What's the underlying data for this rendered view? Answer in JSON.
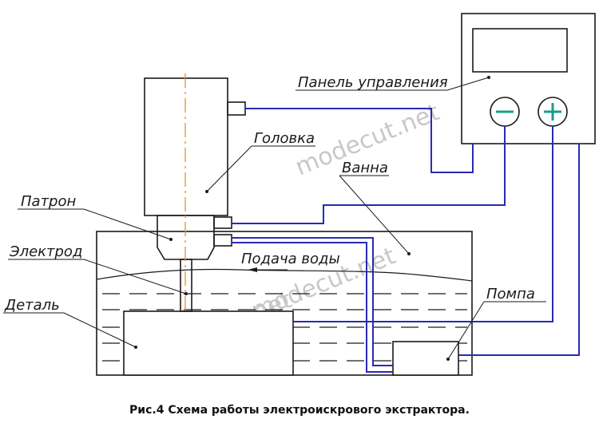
{
  "labels": {
    "control_panel": "Панель управления",
    "head": "Головка",
    "bath": "Ванна",
    "chuck": "Патрон",
    "electrode": "Электрод",
    "water_supply": "Подача воды",
    "workpiece": "Деталь",
    "pump": "Помпа"
  },
  "terminals": {
    "minus": "−",
    "plus": "+"
  },
  "caption": "Рис.4 Схема работы электроискрового экстрактора.",
  "watermarks": [
    "modecut.net",
    "modecut.net",
    "modecut.net"
  ],
  "colors": {
    "wire": "#2a2ab5",
    "axis": "#f28a2a",
    "terminal": "#1b9c8c"
  }
}
